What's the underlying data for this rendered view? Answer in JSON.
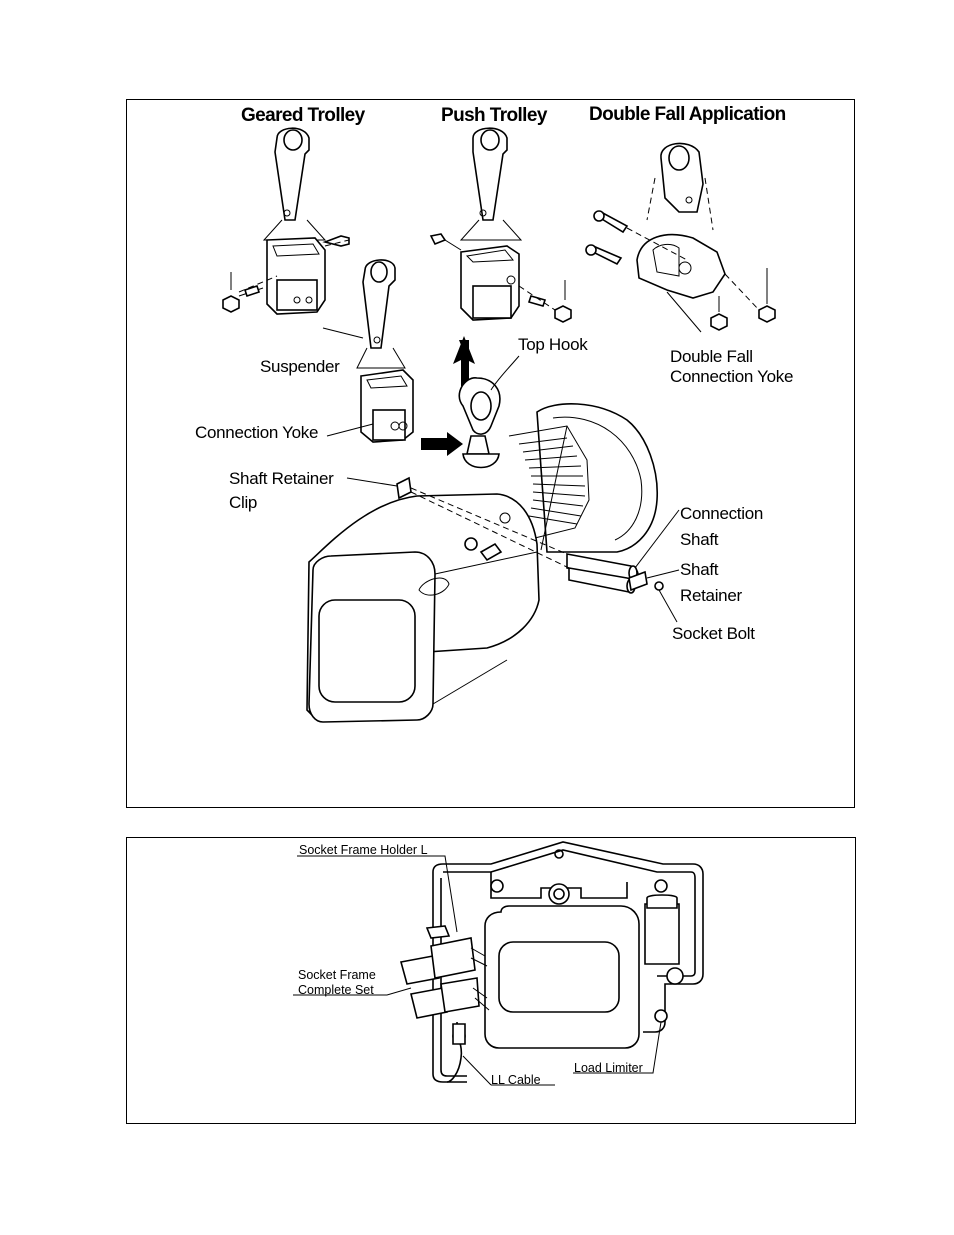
{
  "top_figure": {
    "headers": {
      "geared_trolley": "Geared Trolley",
      "push_trolley": "Push Trolley",
      "double_fall": "Double Fall Application"
    },
    "labels": {
      "suspender": "Suspender",
      "connection_yoke": "Connection Yoke",
      "top_hook": "Top Hook",
      "double_fall_line1": "Double Fall",
      "double_fall_line2": "Connection Yoke",
      "shaft_retainer_clip_line1": "Shaft Retainer",
      "shaft_retainer_clip_line2": "Clip",
      "connection_shaft_line1": "Connection",
      "connection_shaft_line2": "Shaft",
      "shaft_retainer_line1": "Shaft",
      "shaft_retainer_line2": "Retainer",
      "socket_bolt": "Socket Bolt"
    }
  },
  "bottom_figure": {
    "labels": {
      "socket_frame_holder": "Socket Frame Holder L",
      "socket_frame_line1": "Socket Frame",
      "socket_frame_line2": "Complete Set",
      "ll_cable": "LL Cable",
      "load_limiter": "Load Limiter"
    }
  }
}
